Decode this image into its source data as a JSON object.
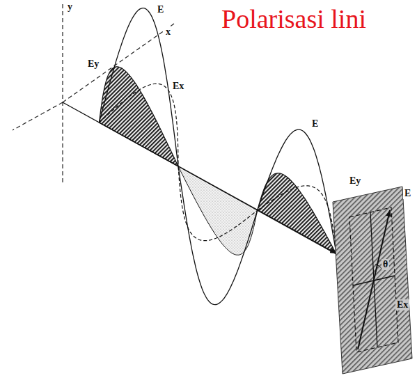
{
  "diagram": {
    "title": "Polarisasi lini",
    "labels": [
      "y",
      "x",
      "E",
      "Ey",
      "Ex",
      "E",
      "Ey",
      "E",
      "θ",
      "Ex"
    ]
  }
}
